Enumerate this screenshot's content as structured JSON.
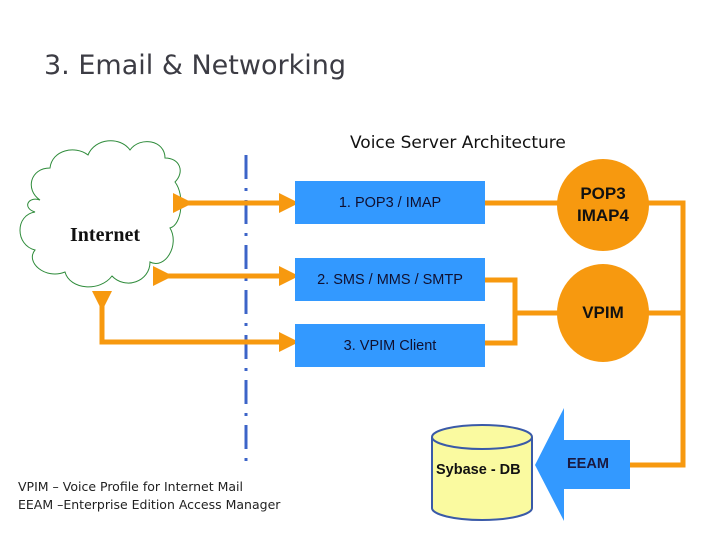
{
  "slide": {
    "title": "3. Email & Networking",
    "subtitle": "Voice Server Architecture"
  },
  "nodes": {
    "internet": "Internet",
    "box_pop3_imap": "1. POP3 / IMAP",
    "box_sms": "2. SMS / MMS / SMTP",
    "box_vpim_client": "3. VPIM Client",
    "circle_pop3": [
      "POP3",
      "IMAP4"
    ],
    "circle_vpim": "VPIM",
    "database": "Sybase - DB",
    "eeam_arrow": "EEAM"
  },
  "legend": [
    "VPIM – Voice Profile for Internet Mail",
    "EEAM –Enterprise Edition Access Manager"
  ],
  "colors": {
    "orange": "#f7990f",
    "blue_box": "#3399ff",
    "divider_blue": "#3c64c8",
    "cloud_green": "#2e8b3a",
    "db_fill": "#fafaa0",
    "db_stroke": "#3a5aa8"
  }
}
